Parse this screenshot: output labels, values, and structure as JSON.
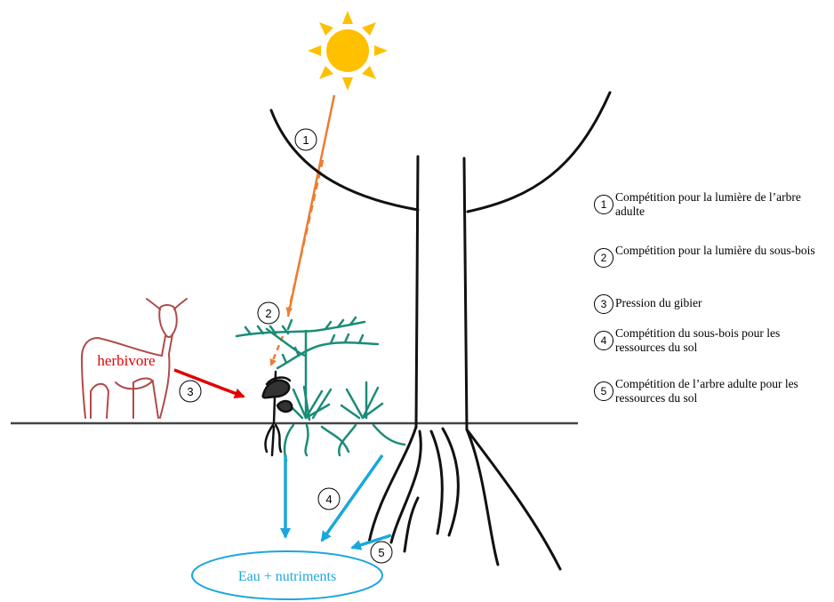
{
  "diagram": {
    "labels": {
      "herbivore": "herbivore",
      "resources": "Eau + nutriments"
    },
    "markers": [
      "1",
      "2",
      "3",
      "4",
      "5"
    ],
    "legend": [
      {
        "num": "1",
        "text": "Compétition pour la lumière de l’arbre adulte"
      },
      {
        "num": "2",
        "text": "Compétition pour la lumière du sous-bois"
      },
      {
        "num": "3",
        "text": "Pression du gibier"
      },
      {
        "num": "4",
        "text": "Compétition du sous-bois pour les ressources du sol"
      },
      {
        "num": "5",
        "text": "Compétition de l’arbre adulte pour les ressources du sol"
      }
    ],
    "colors": {
      "sun": "#FFC000",
      "light_arrow": "#ED7D31",
      "herbivore": "#B04A4A",
      "herbivore_arrow": "#E00000",
      "vegetation": "#1B8C78",
      "water": "#1BA6DE",
      "tree": "#111111"
    }
  }
}
